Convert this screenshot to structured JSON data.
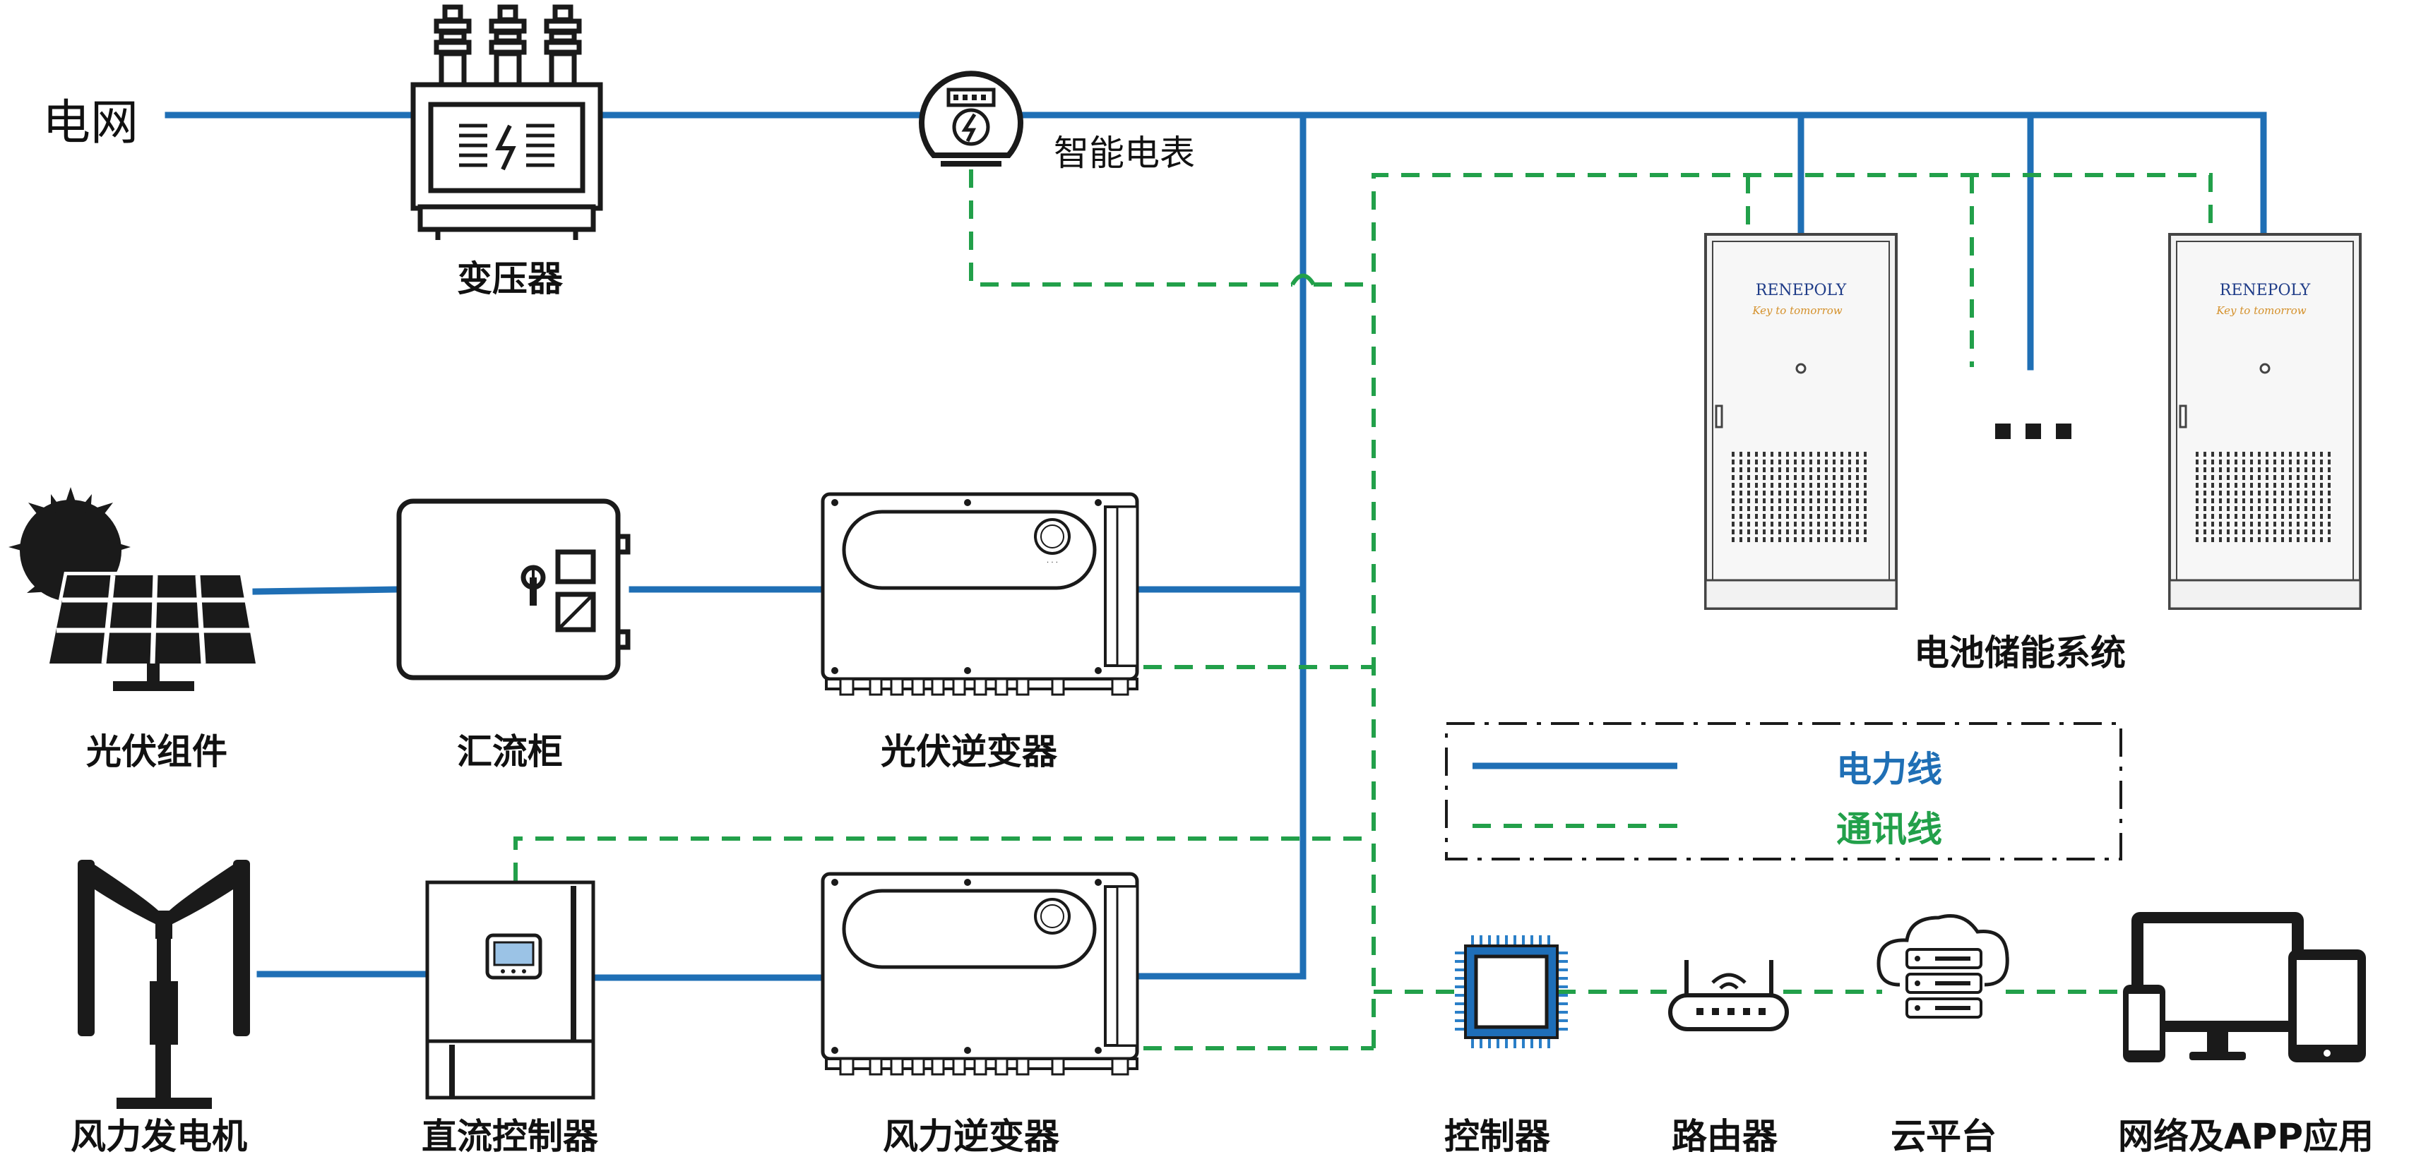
{
  "labels": {
    "grid": "电网",
    "transformer": "变压器",
    "smart_meter": "智能电表",
    "pv_module": "光伏组件",
    "combiner_box": "汇流柜",
    "pv_inverter": "光伏逆变器",
    "wind_turbine": "风力发电机",
    "dc_controller": "直流控制器",
    "wind_inverter": "风力逆变器",
    "battery_system": "电池储能系统",
    "controller": "控制器",
    "router": "路由器",
    "cloud_platform": "云平台",
    "network_app": "网络及APP应用"
  },
  "legend": {
    "power_line": "电力线",
    "comm_line": "通讯线"
  },
  "battery_cabinet": {
    "brand": "RENEPOLY",
    "slogan": "Key to tomorrow"
  },
  "colors": {
    "power_line": "#1f6fb5",
    "comm_line": "#22a04a",
    "outline": "#1a1a1a",
    "cabinet": "#f2f2f2",
    "chip": "#2a7fc8"
  },
  "icons": [
    "transformer-icon",
    "meter-icon",
    "sun-icon",
    "solar-panel-icon",
    "combiner-box-icon",
    "inverter-icon",
    "wind-turbine-icon",
    "dc-controller-icon",
    "battery-cabinet-icon",
    "chip-icon",
    "router-icon",
    "cloud-server-icon",
    "devices-icon"
  ]
}
